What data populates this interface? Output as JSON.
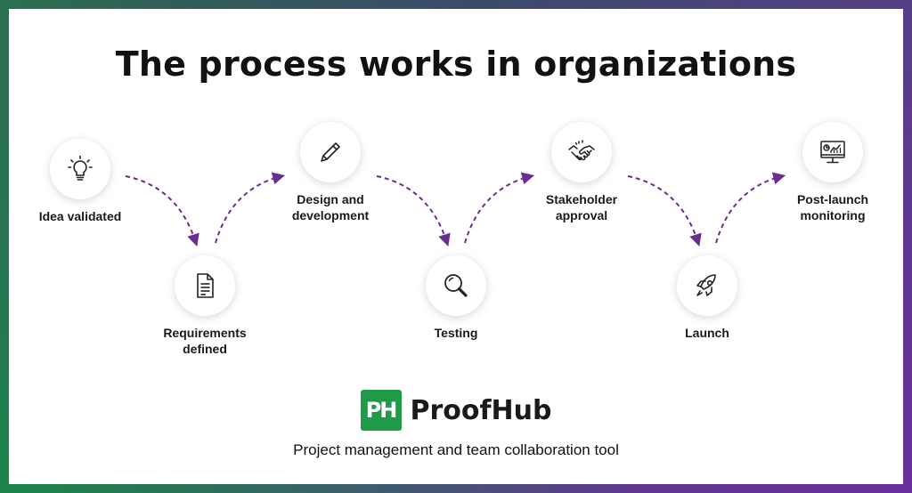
{
  "title": "The process works in organizations",
  "steps": [
    {
      "label": "Idea validated",
      "icon": "lightbulb-icon"
    },
    {
      "label": "Requirements\ndefined",
      "icon": "document-icon"
    },
    {
      "label": "Design and\ndevelopment",
      "icon": "pencil-icon"
    },
    {
      "label": "Testing",
      "icon": "magnifier-icon"
    },
    {
      "label": "Stakeholder\napproval",
      "icon": "handshake-icon"
    },
    {
      "label": "Launch",
      "icon": "rocket-icon"
    },
    {
      "label": "Post-launch\nmonitoring",
      "icon": "monitor-chart-icon"
    }
  ],
  "brand": {
    "mark": "PH",
    "name": "ProofHub",
    "tagline": "Project management and team collaboration tool",
    "color": "#1e9a48"
  },
  "colors": {
    "arrow": "#6b2d8f"
  }
}
